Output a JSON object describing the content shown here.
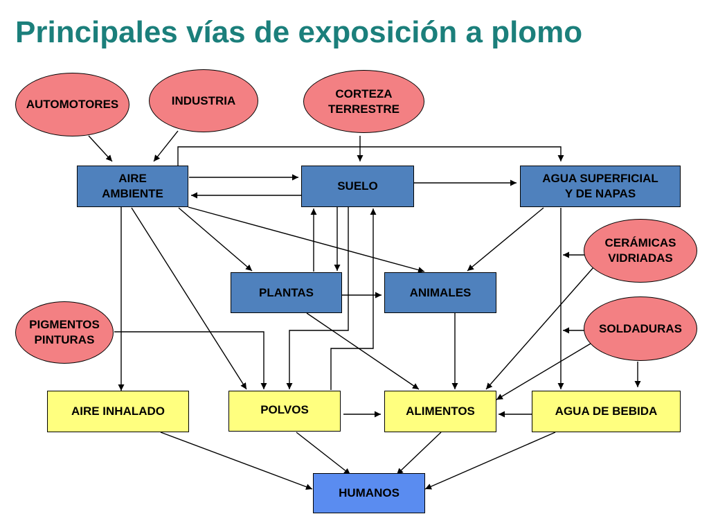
{
  "title": "Principales vías de exposición a plomo",
  "sources": {
    "automotores": "AUTOMOTORES",
    "industria": "INDUSTRIA",
    "corteza": [
      "CORTEZA",
      "TERRESTRE"
    ],
    "ceramicas": [
      "CERÁMICAS",
      "VIDRIADAS"
    ],
    "pigmentos": [
      "PIGMENTOS",
      "PINTURAS"
    ],
    "soldaduras": "SOLDADURAS"
  },
  "media": {
    "aire": [
      "AIRE",
      "AMBIENTE"
    ],
    "suelo": "SUELO",
    "agua": [
      "AGUA SUPERFICIAL",
      "Y DE NAPAS"
    ],
    "plantas": "PLANTAS",
    "animales": "ANIMALES"
  },
  "exposures": {
    "aire_inhalado": "AIRE INHALADO",
    "polvos": "POLVOS",
    "alimentos": "ALIMENTOS",
    "agua_bebida": "AGUA DE BEBIDA"
  },
  "target": {
    "humanos": "HUMANOS"
  },
  "colors": {
    "title": "#1b7f7b",
    "source": "#f38083",
    "medium": "#4f81bd",
    "exposure": "#ffff7f",
    "target": "#5a8cf0"
  }
}
